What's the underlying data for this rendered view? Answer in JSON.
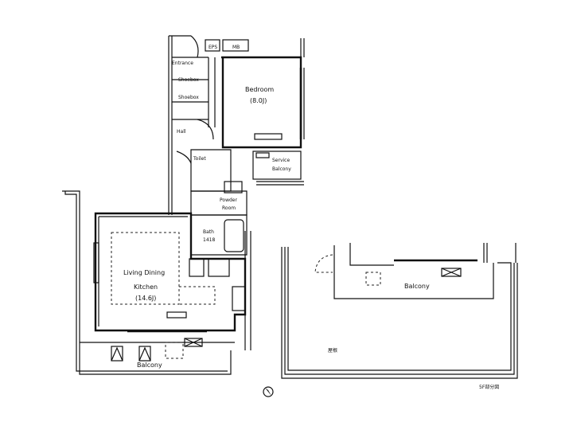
{
  "rooms": {
    "eps": "EPS",
    "mb": "MB",
    "entrance": "Entrance",
    "shoebox1": "Shoebox",
    "shoebox2": "Shoebox",
    "bedroom": "Bedroom",
    "bedroom_size": "(8.0J)",
    "hall": "Hall",
    "toilet": "Toilet",
    "service_balcony_1": "Service",
    "service_balcony_2": "Balcony",
    "powder_1": "Powder",
    "powder_2": "Room",
    "bath": "Bath",
    "bath_size": "1418",
    "ldk_1": "Living Dining",
    "ldk_2": "Kitchen",
    "ldk_size": "(14.6J)",
    "balcony_main": "Balcony",
    "balcony_upper": "Balcony",
    "roof": "屋根",
    "plan_note": "5F部分図"
  },
  "icons": [
    "north-arrow-icon"
  ]
}
